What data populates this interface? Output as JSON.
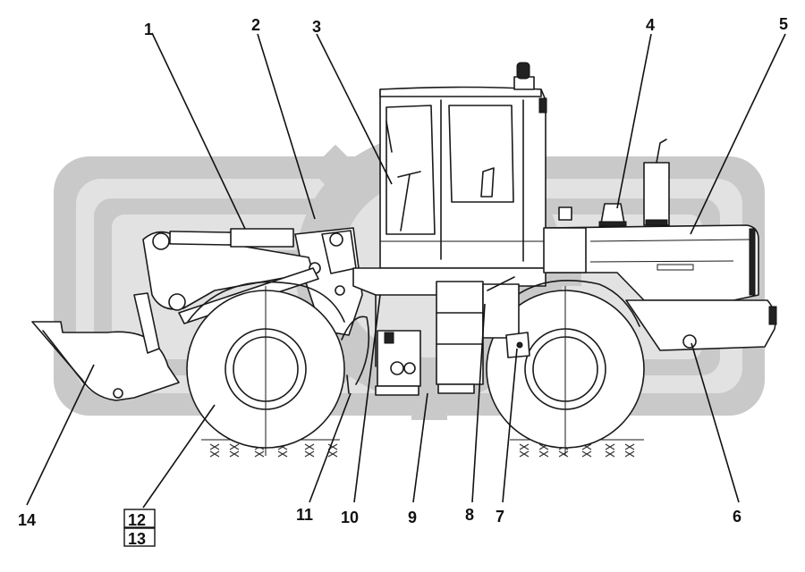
{
  "callouts": [
    {
      "id": "c1",
      "label": "1"
    },
    {
      "id": "c2",
      "label": "2"
    },
    {
      "id": "c3",
      "label": "3"
    },
    {
      "id": "c4",
      "label": "4"
    },
    {
      "id": "c5",
      "label": "5"
    },
    {
      "id": "c6",
      "label": "6"
    },
    {
      "id": "c7",
      "label": "7"
    },
    {
      "id": "c8",
      "label": "8"
    },
    {
      "id": "c9",
      "label": "9"
    },
    {
      "id": "c10",
      "label": "10"
    },
    {
      "id": "c11",
      "label": "11"
    },
    {
      "id": "c12",
      "label": "12"
    },
    {
      "id": "c13",
      "label": "13"
    },
    {
      "id": "c14",
      "label": "14"
    }
  ],
  "colors": {
    "line": "#1a1a1a",
    "watermark": "#c9c9c9",
    "background": "#ffffff"
  },
  "watermark_icon": "gear-logo-watermark"
}
